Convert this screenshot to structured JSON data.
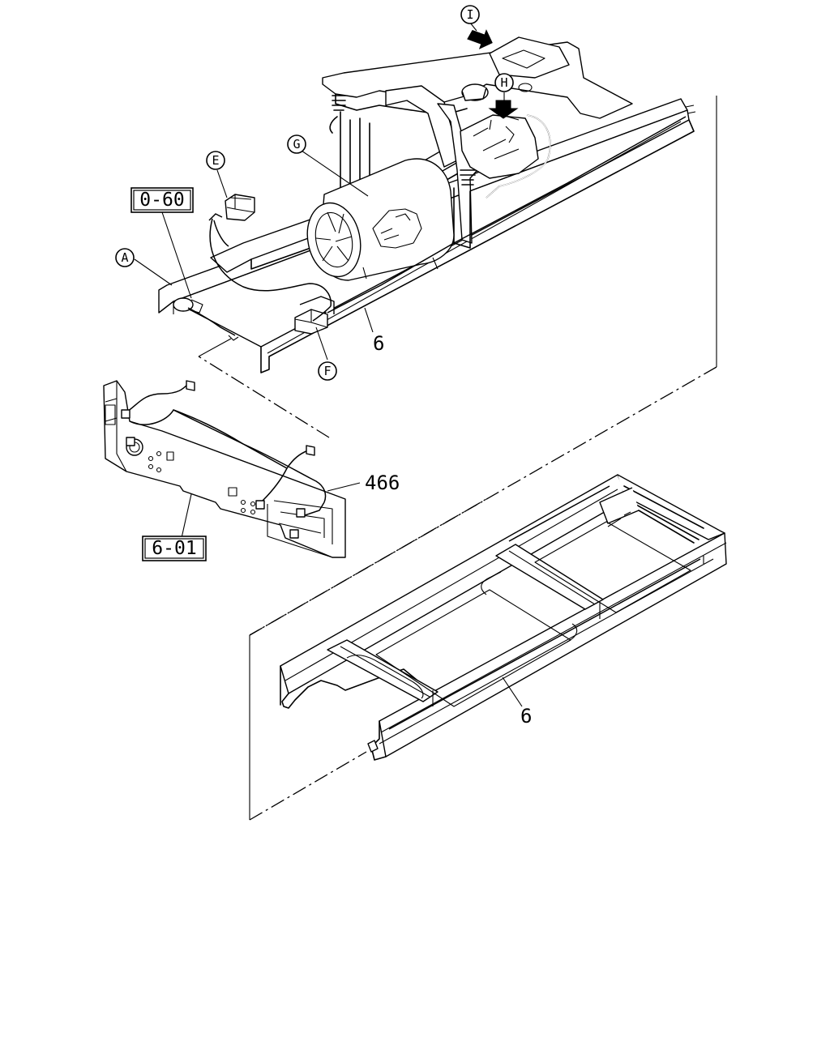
{
  "callouts": {
    "a": "A",
    "e": "E",
    "f": "F",
    "g": "G",
    "h": "H",
    "i": "I"
  },
  "part_numbers": {
    "frame_harness_upper": "6",
    "frame_harness_lower": "6",
    "bumper_harness": "466"
  },
  "reference_boxes": {
    "upper": "0-60",
    "lower": "6-01"
  },
  "icons": {
    "view_arrow_i": "down-arrow-icon",
    "view_arrow_h": "down-arrow-icon"
  }
}
